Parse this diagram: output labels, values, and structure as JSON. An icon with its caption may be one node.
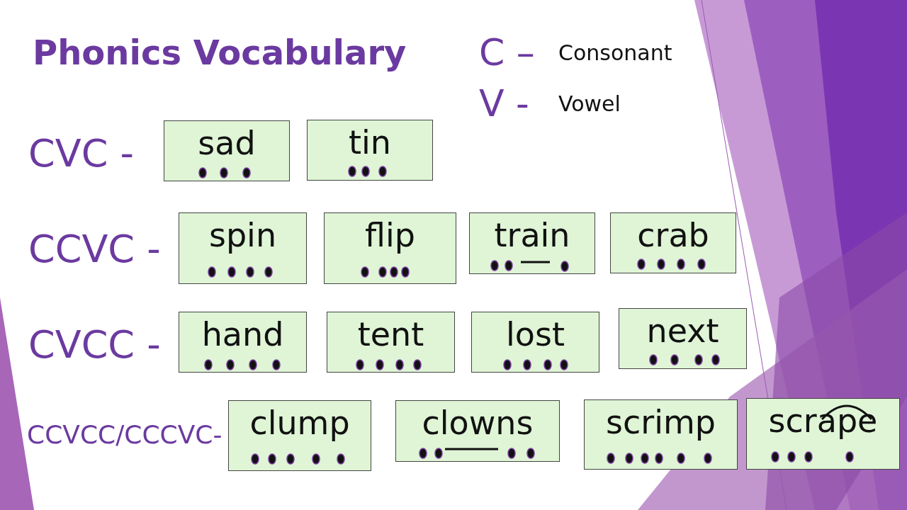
{
  "diagram": {
    "title": "Phonics Vocabulary",
    "nodes": [
      {
        "text": [
          "sad"
        ]
      },
      {
        "text": [
          "tin"
        ]
      },
      {
        "text": [
          "spin"
        ]
      },
      {
        "text": [
          "flip"
        ]
      },
      {
        "text": [
          "train"
        ]
      },
      {
        "text": [
          "crab"
        ]
      },
      {
        "text": [
          "hand"
        ]
      },
      {
        "text": [
          "tent"
        ]
      },
      {
        "text": [
          "lost"
        ]
      },
      {
        "text": [
          "next"
        ]
      },
      {
        "text": [
          "clump"
        ]
      },
      {
        "text": [
          "clowns"
        ]
      },
      {
        "text": [
          "scrimp"
        ]
      },
      {
        "text": [
          "scrape"
        ]
      }
    ],
    "edges": [],
    "labels": [
      "C –",
      "Consonant",
      "V -",
      "Vowel",
      "CVC -",
      "CCVC -",
      "CVCC -",
      "CCVCC/CCCVC-"
    ]
  }
}
